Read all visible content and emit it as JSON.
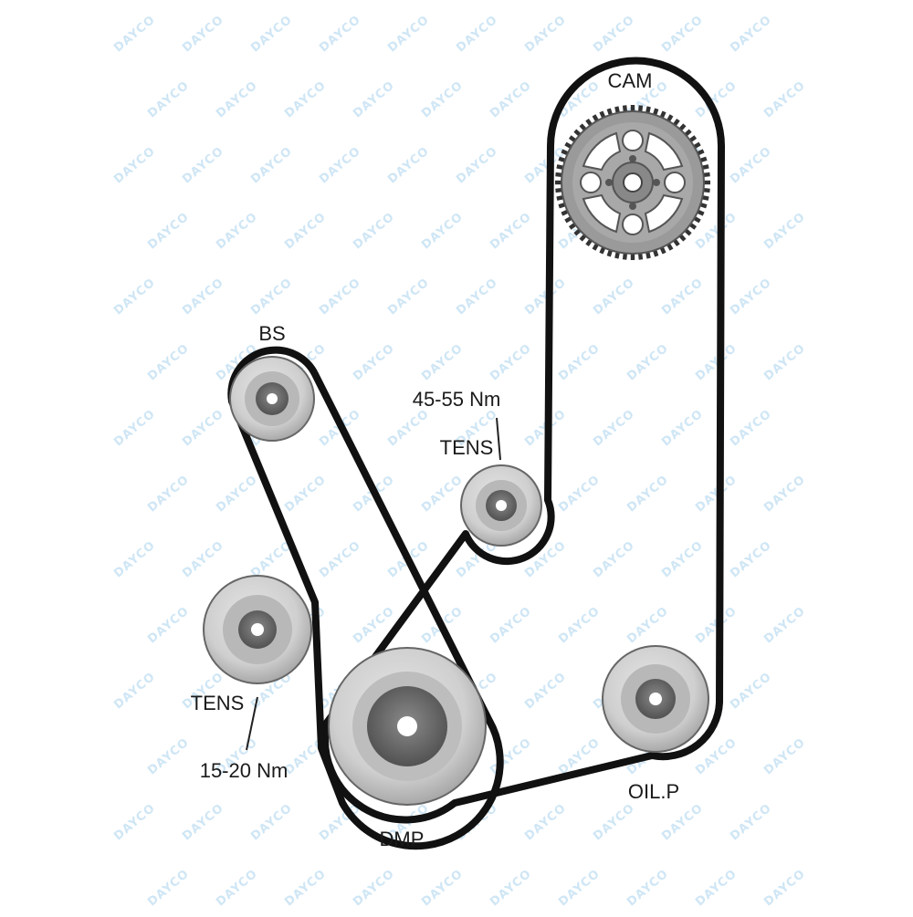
{
  "watermark": "DAYCO",
  "labels": {
    "cam": "CAM",
    "bs": "BS",
    "tens_upper": "TENS",
    "torque_upper": "45-55 Nm",
    "tens_lower": "TENS",
    "torque_lower": "15-20 Nm",
    "dmp": "DMP",
    "oilp": "OIL.P"
  },
  "colors": {
    "belt": "#111111",
    "pulley_outer": "#d2d2d2",
    "pulley_mid": "#9e9e9e",
    "pulley_hub": "#5a5a5a",
    "gear": "#9a9a9a",
    "watermark": "#cfe6f5"
  }
}
